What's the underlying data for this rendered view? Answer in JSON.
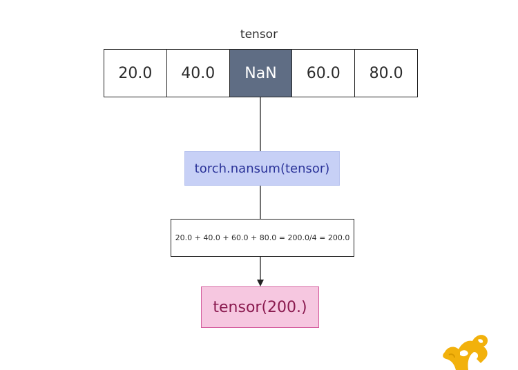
{
  "diagram": {
    "title": "tensor",
    "cells": [
      "20.0",
      "40.0",
      "NaN",
      "60.0",
      "80.0"
    ],
    "operation": "torch.nansum(tensor)",
    "calculation": "20.0 + 40.0 + 60.0 + 80.0 = 200.0/4 = 200.0",
    "result": "tensor(200.)"
  },
  "colors": {
    "nan_cell": "#5f6d84",
    "operation_fill": "#c7d0f6",
    "operation_text": "#2b3399",
    "result_fill": "#f6c7e0",
    "result_border": "#d45b9c",
    "result_text": "#8a1a4f",
    "logo": "#f2b10c"
  },
  "icons": {
    "logo": "yellow-mascot-logo"
  }
}
